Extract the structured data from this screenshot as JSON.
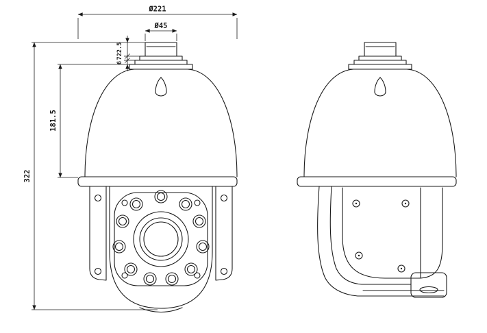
{
  "drawing": {
    "colors": {
      "line": "#1a1a1a",
      "background": "#ffffff"
    },
    "dimensions": {
      "dome_diameter": "Ø221",
      "cap_diameter": "Ø45",
      "cap_height": "22.5",
      "flange_height": "7",
      "collar_height": "6",
      "dome_height": "181.5",
      "overall_height": "322"
    }
  }
}
